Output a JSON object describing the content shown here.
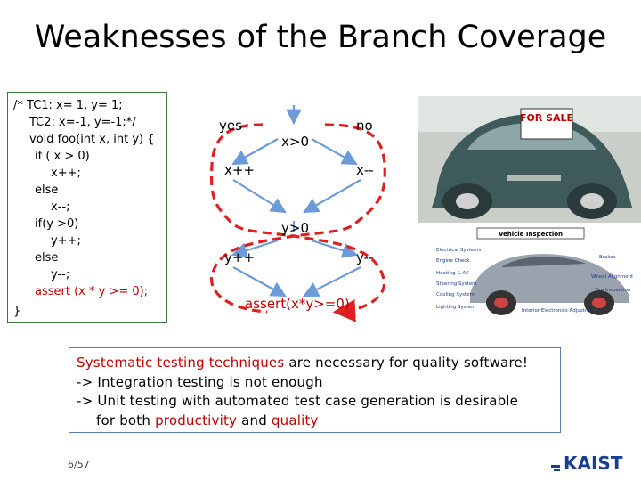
{
  "title": "Weaknesses of the Branch Coverage",
  "code": {
    "lines": [
      "/* TC1: x= 1, y= 1;",
      "TC2: x=-1, y=-1;*/",
      "void foo(int x, int y) {",
      "if ( x > 0)",
      "x++;",
      "else",
      "x--;",
      "if(y >0)",
      "y++;",
      "else",
      "y--;",
      "assert (x * y >= 0);",
      "}"
    ]
  },
  "diagram": {
    "yes_label": "yes",
    "no_label": "no",
    "cond1": "x>0",
    "cond2": "y>0",
    "inc_x": "x++",
    "dec_x": "x--",
    "inc_y": "y++",
    "dec_y": "y--",
    "assert": "assert(x*y>=0)"
  },
  "images": {
    "sign_text": "FOR SALE",
    "inspection_title": "Vehicle Inspection",
    "inspection_labels": [
      "Electrical Systems",
      "Engine Check",
      "Heating & AC",
      "Steering System",
      "Cooling System",
      "Lighting System",
      "Brakes",
      "Wheel Alignment",
      "Tire Inspection",
      "Interior Electronics Adjustment"
    ]
  },
  "callout": {
    "line1_red": "Systematic testing techniques",
    "line1_rest": " are necessary for quality software!",
    "line2": "-> Integration testing is not enough",
    "line3": "-> Unit testing with automated test case generation is desirable",
    "line4_a": "for both ",
    "line4_red1": "productivity",
    "line4_b": " and ",
    "line4_red2": "quality"
  },
  "footer": {
    "page": "6/57",
    "logo": "KAIST"
  },
  "colors": {
    "accent_red": "#c00000",
    "code_border": "#3c7a3c",
    "callout_border": "#5a7fae",
    "logo_blue": "#1b3f8f"
  }
}
